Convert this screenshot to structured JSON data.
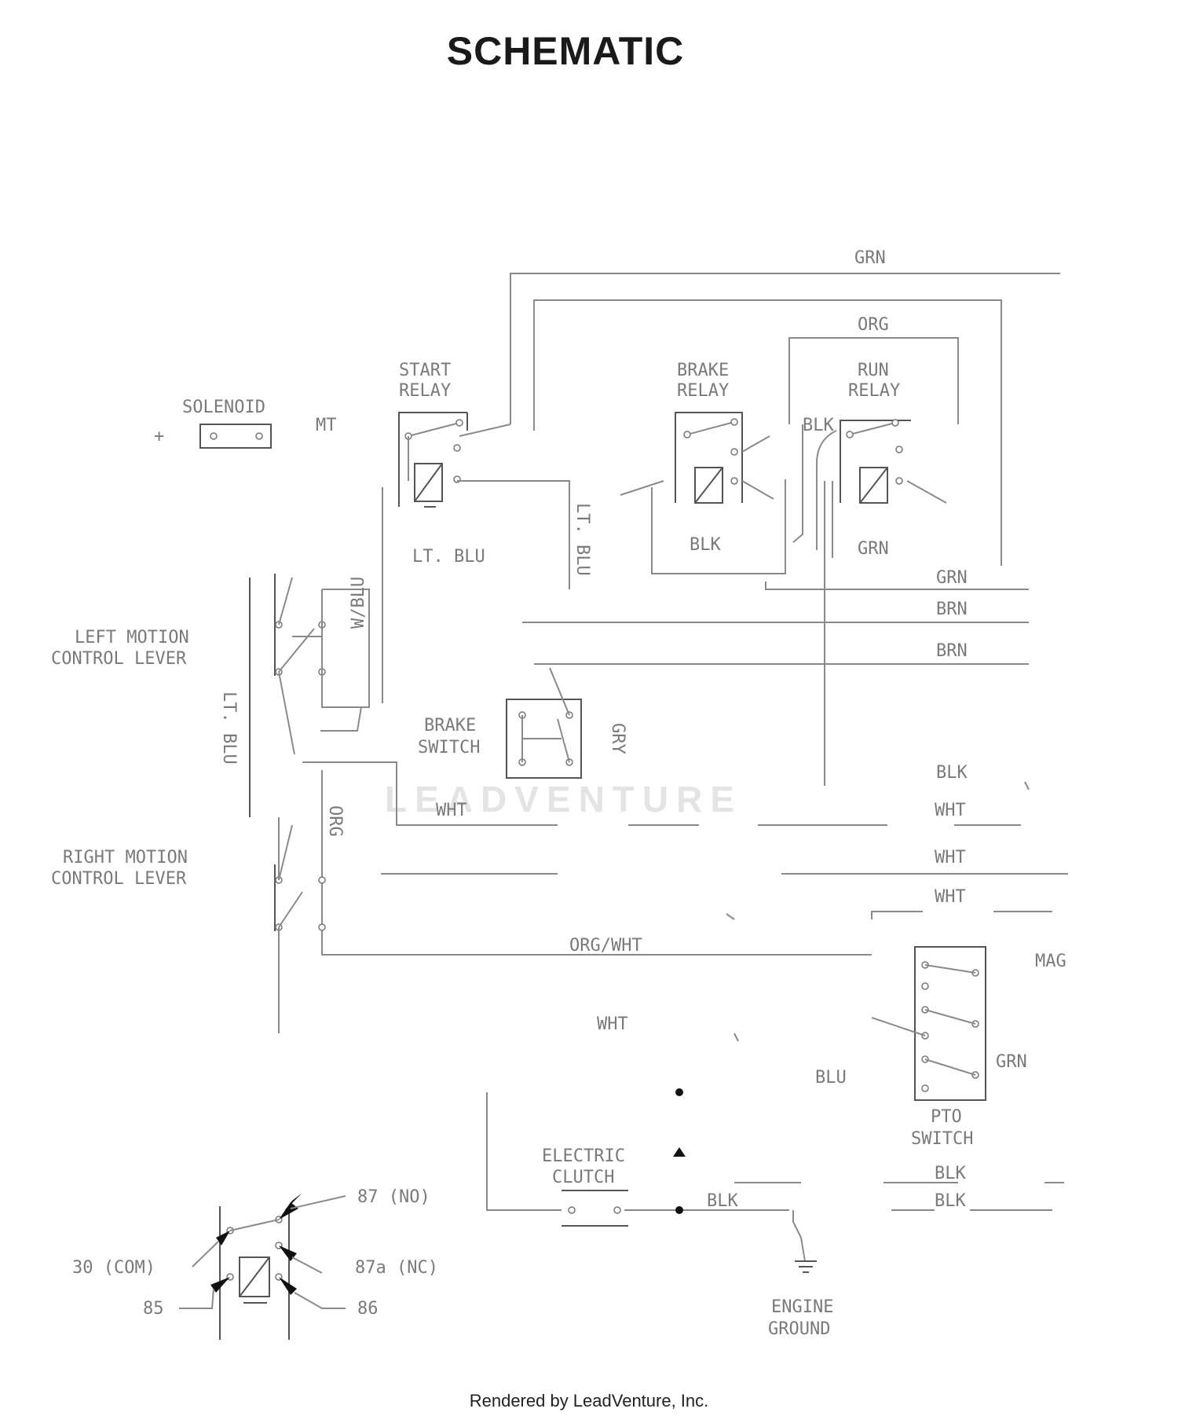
{
  "title": "SCHEMATIC",
  "footer": "Rendered by LeadVenture, Inc.",
  "watermark": "LEADVENTURE",
  "components": {
    "solenoid": "SOLENOID",
    "start_relay": [
      "START",
      "RELAY"
    ],
    "brake_relay": [
      "BRAKE",
      "RELAY"
    ],
    "run_relay": [
      "RUN",
      "RELAY"
    ],
    "brake_switch": [
      "BRAKE",
      "SWITCH"
    ],
    "left_lever": [
      "LEFT MOTION",
      "CONTROL LEVER"
    ],
    "right_lever": [
      "RIGHT MOTION",
      "CONTROL LEVER"
    ],
    "pto_switch": [
      "PTO",
      "SWITCH"
    ],
    "electric_clutch": [
      "ELECTRIC",
      "CLUTCH"
    ],
    "engine_ground": [
      "ENGINE",
      "GROUND"
    ]
  },
  "wire_labels": {
    "grn_top": "GRN",
    "org_top": "ORG",
    "blk_brake": "BLK",
    "blk_run": "BLK",
    "grn_run": "GRN",
    "grn_right": "GRN",
    "brn_1": "BRN",
    "brn_2": "BRN",
    "lt_blu_h": "LT. BLU",
    "lt_blu_v": "LT. BLU",
    "lt_blu_left": "LT. BLU",
    "w_blu": "W/BLU",
    "gry": "GRY",
    "org_v": "ORG",
    "blk_right": "BLK",
    "wht_1": "WHT",
    "wht_2": "WHT",
    "wht_3": "WHT",
    "wht_4": "WHT",
    "wht_5": "WHT",
    "org_wht": "ORG/WHT",
    "mag": "MAG",
    "blu": "BLU",
    "grn_pto": "GRN",
    "blk_bot1": "BLK",
    "blk_bot2": "BLK",
    "blk_clutch": "BLK",
    "solenoid_plus": "+",
    "solenoid_mt": "MT"
  },
  "relay_legend": {
    "pin_87": "87 (NO)",
    "pin_30": "30 (COM)",
    "pin_87a": "87a (NC)",
    "pin_85": "85",
    "pin_86": "86"
  }
}
